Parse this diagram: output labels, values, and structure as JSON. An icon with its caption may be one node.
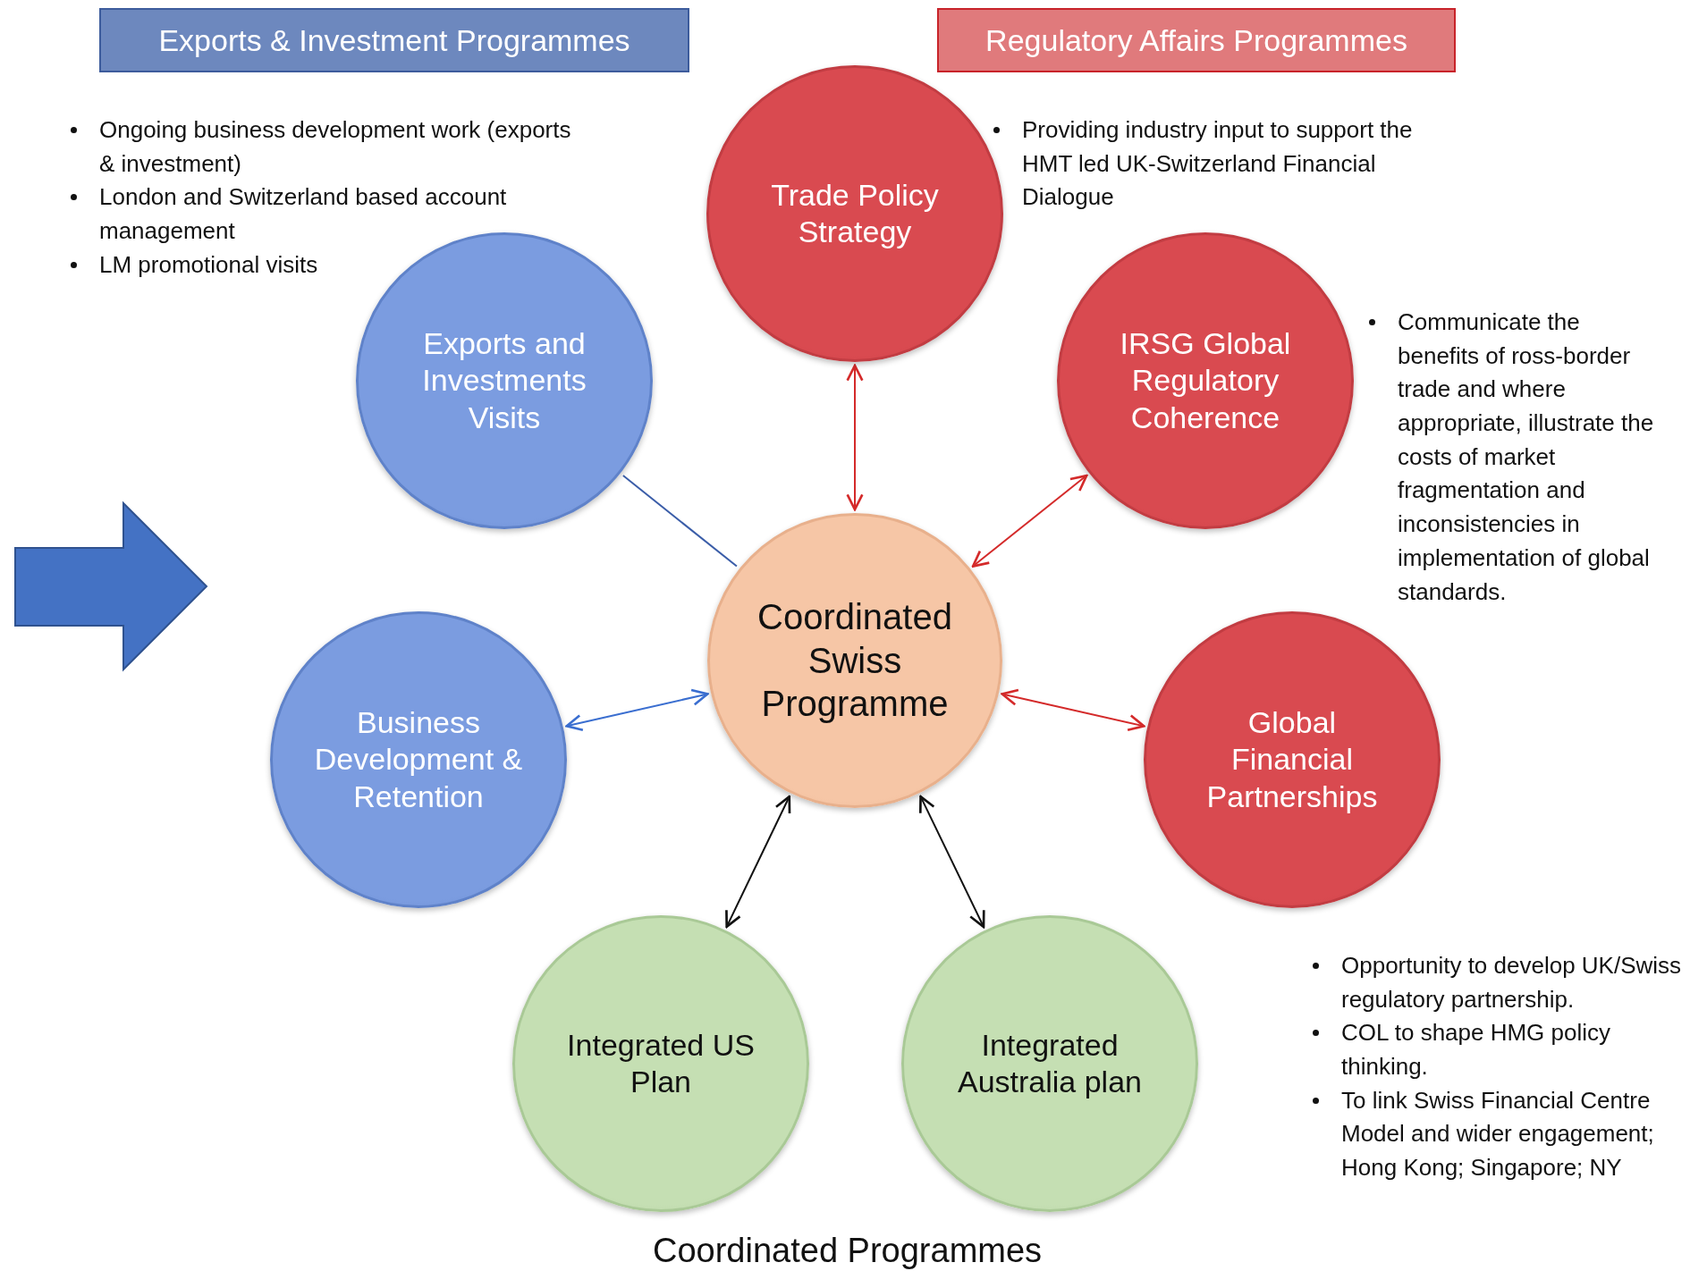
{
  "diagram": {
    "caption": "Coordinated Programmes",
    "nodes": [
      {
        "text": [
          "Exports & Investment Programmes"
        ]
      },
      {
        "text": [
          "Regulatory Affairs Programmes"
        ]
      },
      {
        "text": [
          "Trade Policy Strategy"
        ]
      },
      {
        "text": [
          "Exports and Investments Visits"
        ]
      },
      {
        "text": [
          "IRSG Global Regulatory Coherence"
        ]
      },
      {
        "text": [
          "Coordinated Swiss Programme"
        ]
      },
      {
        "text": [
          "Business Development & Retention"
        ]
      },
      {
        "text": [
          "Global Financial Partnerships"
        ]
      },
      {
        "text": [
          "Integrated US Plan"
        ]
      },
      {
        "text": [
          "Integrated Australia plan"
        ]
      }
    ],
    "edges": [
      {
        "from": 5,
        "to": 2,
        "arrow": "both",
        "color": "#d42a2a"
      },
      {
        "from": 3,
        "to": 5,
        "arrow": "none",
        "color": "#3a5da8"
      },
      {
        "from": 5,
        "to": 4,
        "arrow": "both",
        "color": "#d42a2a"
      },
      {
        "from": 5,
        "to": 6,
        "arrow": "both",
        "color": "#3a6ed0"
      },
      {
        "from": 5,
        "to": 7,
        "arrow": "both",
        "color": "#d42a2a"
      },
      {
        "from": 5,
        "to": 8,
        "arrow": "both",
        "color": "#111111"
      },
      {
        "from": 5,
        "to": 9,
        "arrow": "both",
        "color": "#111111"
      }
    ],
    "labels": [
      "Ongoing business development work (exports & investment)",
      "London and Switzerland based account management",
      "LM promotional visits",
      "Providing industry input to support the HMT led UK-Switzerland Financial Dialogue",
      "Communicate the benefits of ross-border trade and where appropriate, illustrate the costs of market fragmentation and inconsistencies in implementation of global standards.",
      "Opportunity to develop UK/Swiss regulatory partnership.",
      "COL to shape HMG policy thinking.",
      "To link Swiss Financial Centre Model and wider engagement; Hong Kong; Singapore; NY"
    ]
  }
}
